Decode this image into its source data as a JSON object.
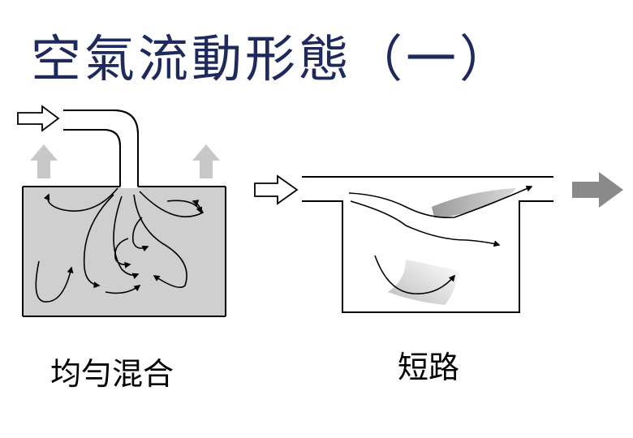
{
  "title": "空氣流動形態（一）",
  "captions": {
    "uniform_mixing": "均勻混合",
    "short_circuit": "短路"
  },
  "colors": {
    "title": "#1f2a5c",
    "tank_fill": "#cfcfcf",
    "outlet_arrow": "#c8c8c8",
    "exit_arrow": "#8a8a8a",
    "dead_zone": "#9a9a9a"
  }
}
